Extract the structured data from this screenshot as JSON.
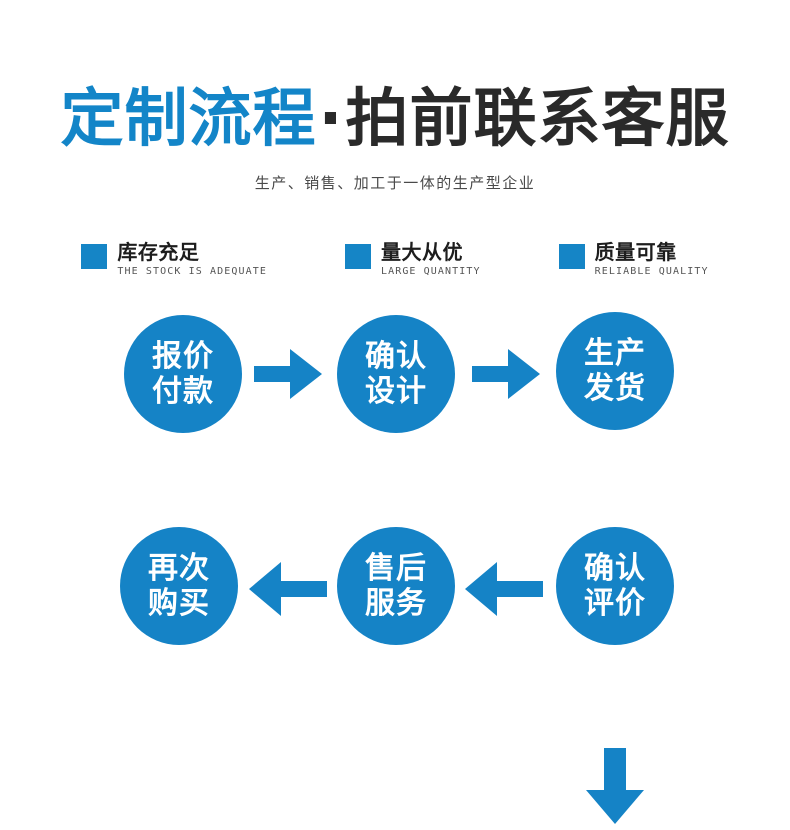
{
  "header": {
    "title_blue": "定制流程",
    "title_dot": "·",
    "title_dark": "拍前联系客服",
    "subtitle": "生产、销售、加工于一体的生产型企业"
  },
  "badges": [
    {
      "cn": "库存充足",
      "en": "THE STOCK IS ADEQUATE",
      "icon": "square-marker"
    },
    {
      "cn": "量大从优",
      "en": "LARGE QUANTITY",
      "icon": "square-marker"
    },
    {
      "cn": "质量可靠",
      "en": "RELIABLE QUALITY",
      "icon": "square-marker"
    }
  ],
  "flow": {
    "steps": [
      {
        "id": 1,
        "line1": "报价",
        "line2": "付款"
      },
      {
        "id": 2,
        "line1": "确认",
        "line2": "设计"
      },
      {
        "id": 3,
        "line1": "生产",
        "line2": "发货"
      },
      {
        "id": 4,
        "line1": "确认",
        "line2": "评价"
      },
      {
        "id": 5,
        "line1": "售后",
        "line2": "服务"
      },
      {
        "id": 6,
        "line1": "再次",
        "line2": "购买"
      }
    ],
    "arrows": [
      {
        "id": "a1",
        "direction": "right",
        "icon": "arrow-right-icon"
      },
      {
        "id": "a2",
        "direction": "right",
        "icon": "arrow-right-icon"
      },
      {
        "id": "a3",
        "direction": "down",
        "icon": "arrow-down-icon"
      },
      {
        "id": "a4",
        "direction": "left",
        "icon": "arrow-left-icon"
      },
      {
        "id": "a5",
        "direction": "left",
        "icon": "arrow-left-icon"
      }
    ]
  },
  "colors": {
    "brand_blue": "#1583c6",
    "title_blue": "#1385c8",
    "title_dark": "#2a2a2a",
    "background": "#ffffff",
    "badge_text": "#1d1d1d",
    "badge_en_text": "#555555",
    "subtitle_text": "#4a4a4a"
  }
}
